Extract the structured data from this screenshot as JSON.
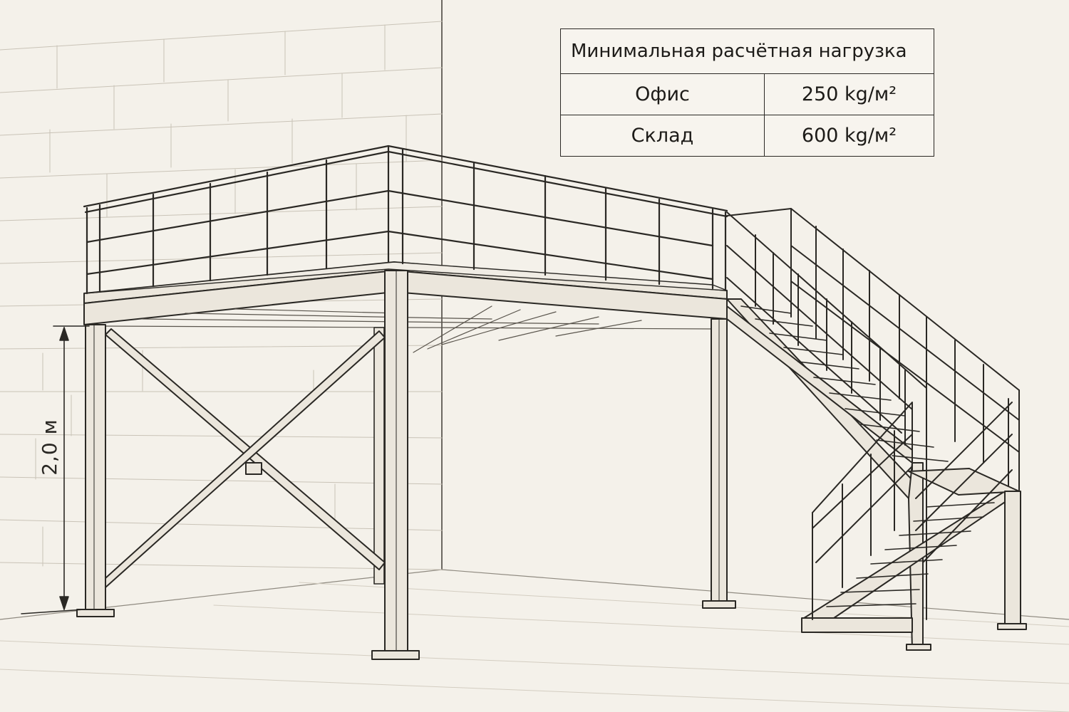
{
  "load_table": {
    "title": "Минимальная расчётная нагрузка",
    "rows": [
      {
        "use": "Офис",
        "load": "250 kg/м²"
      },
      {
        "use": "Склад",
        "load": "600 kg/м²"
      }
    ]
  },
  "dimension": {
    "height_label": "2,0 м"
  },
  "colors": {
    "line": "#2a2824",
    "background": "#f4f1ea",
    "steel_fill": "#ebe6dc"
  }
}
